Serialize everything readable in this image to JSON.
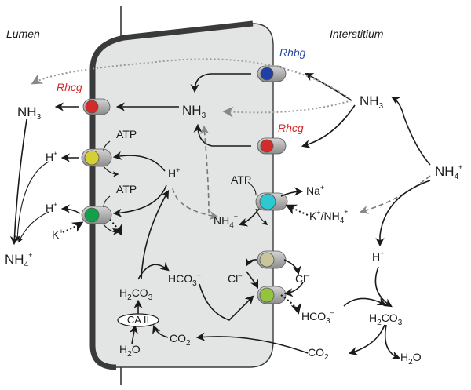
{
  "regions": {
    "lumen": "Lumen",
    "interstitium": "Interstitium"
  },
  "transporters": {
    "rhcg_apical": "Rhcg",
    "rhbg": "Rhbg",
    "rhcg_basolateral": "Rhcg"
  },
  "labels": {
    "nh3": "NH",
    "nh3_sub": "3",
    "nh4": "NH",
    "nh4_sub": "4",
    "nh4_sup": "+",
    "h": "H",
    "h_sup": "+",
    "k": "K",
    "k_sup": "+",
    "na": "Na",
    "na_sup": "+",
    "atp": "ATP",
    "cl": "Cl",
    "cl_sup": "–",
    "hco3": "HCO",
    "hco3_sub": "3",
    "hco3_sup": "–",
    "h2co3_a": "H",
    "h2co3_sub1": "2",
    "h2co3_b": "CO",
    "h2co3_sub2": "3",
    "h2o_a": "H",
    "h2o_sub": "2",
    "h2o_b": "O",
    "co2_a": "CO",
    "co2_sub": "2",
    "ca2": "CA II",
    "k_nh4_a": "K",
    "k_nh4_sup1": "+",
    "k_nh4_b": "/NH",
    "k_nh4_sub": "4",
    "k_nh4_sup2": "+"
  },
  "colors": {
    "cell": "#e3e5e4",
    "cell_border": "#3a3a3a",
    "apical_membrane": "#3a3a3a",
    "rh_red": "#d42a2a",
    "rhbg_blue": "#1f3fa6",
    "rhbg_label": "#2a4aa8",
    "rhcg_label": "#d42a2a",
    "h_atpase": "#d5cf35",
    "hk_atpase": "#14a04a",
    "nak_atpase": "#2ec8d0",
    "cl_exchanger_top": "#c8c69a",
    "cl_exchanger_bottom": "#92c43c",
    "channel_body": "#b4b4b4"
  }
}
